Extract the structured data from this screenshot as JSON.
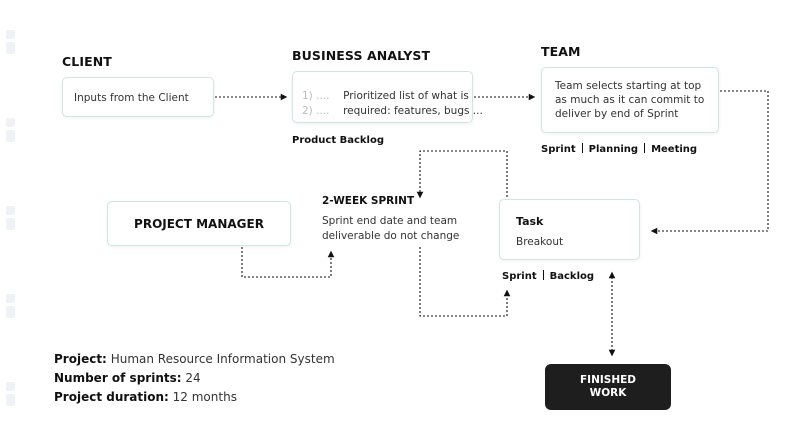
{
  "client": {
    "heading": "CLIENT",
    "text": "Inputs from the Client"
  },
  "business_analyst": {
    "heading": "BUSINESS ANALYST",
    "items": [
      {
        "num": "1) ....",
        "text": "Prioritized list of what is"
      },
      {
        "num": "2) ....",
        "text": "required: features, bugs ..."
      }
    ],
    "caption": "Product Backlog"
  },
  "team": {
    "heading": "TEAM",
    "lines": [
      "Team selects starting at top",
      "as much as it can commit to",
      "deliver by end of Sprint"
    ],
    "caption": [
      "Sprint",
      "Planning",
      "Meeting"
    ]
  },
  "project_manager": {
    "title": "PROJECT MANAGER"
  },
  "sprint": {
    "title": "2-WEEK SPRINT",
    "lines": [
      "Sprint end date and team",
      "deliverable do not change"
    ]
  },
  "task": {
    "title": "Task",
    "subtitle": "Breakout",
    "caption": [
      "Sprint",
      "Backlog"
    ]
  },
  "finished": {
    "lines": [
      "FINISHED",
      "WORK"
    ]
  },
  "project_info": {
    "project_label": "Project:",
    "project_value": "Human Resource Information System",
    "sprints_label": "Number of sprints:",
    "sprints_value": "24",
    "duration_label": "Project duration:",
    "duration_value": "12 months"
  },
  "colors": {
    "box_border": "#cfe6e7",
    "finished_bg": "#1e1e1e",
    "text": "#111111"
  }
}
